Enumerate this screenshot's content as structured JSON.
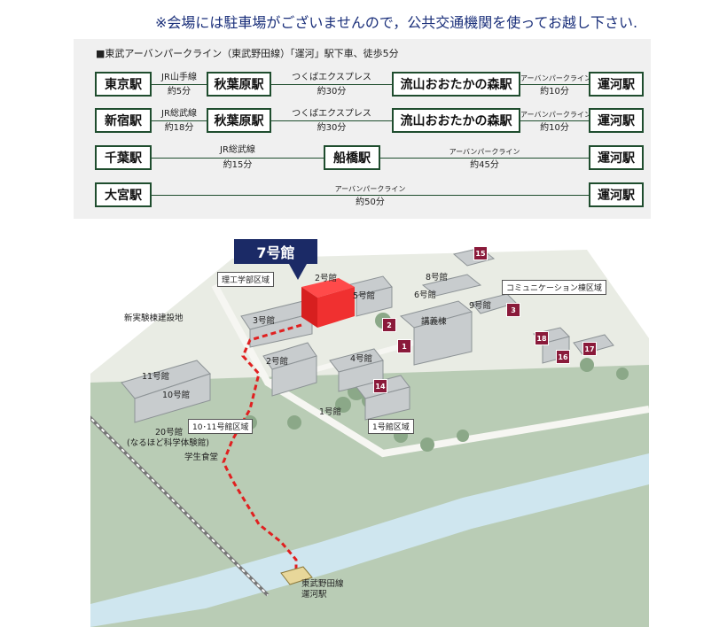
{
  "notice": "※会場には駐車場がございませんので，公共交通機関を使ってお越し下さい.",
  "routes": {
    "header": "■東武アーバンパークライン（東武野田線）「運河」駅下車、徒歩5分",
    "row1": {
      "s1": "東京駅",
      "l1": "JR山手線",
      "t1": "約5分",
      "s2": "秋葉原駅",
      "l2": "つくばエクスプレス",
      "t2": "約30分",
      "s3": "流山おおたかの森駅",
      "l3": "アーバンパークライン",
      "t3": "約10分",
      "s4": "運河駅"
    },
    "row2": {
      "s1": "新宿駅",
      "l1": "JR総武線",
      "t1": "約18分",
      "s2": "秋葉原駅",
      "l2": "つくばエクスプレス",
      "t2": "約30分",
      "s3": "流山おおたかの森駅",
      "l3": "アーバンパークライン",
      "t3": "約10分",
      "s4": "運河駅"
    },
    "row3": {
      "s1": "千葉駅",
      "l1": "JR総武線",
      "t1": "約15分",
      "s2": "船橋駅",
      "l2": "アーバンパークライン",
      "t2": "約45分",
      "s3": "運河駅"
    },
    "row4": {
      "s1": "大宮駅",
      "l1": "アーバンパークライン",
      "t1": "約50分",
      "s2": "運河駅"
    }
  },
  "map": {
    "target_badge": "7号館",
    "labels": {
      "b2": "2号館",
      "b3": "3号館",
      "b4": "4号館",
      "b5": "5号館",
      "b6": "6号館",
      "b8": "8号館",
      "b9": "9号館",
      "b10": "10号館",
      "b11": "11号館",
      "b1": "1号館",
      "b2b": "2号館",
      "lecture": "講義棟",
      "b20a": "20号館",
      "b20b": "(なるほど科学体験館)",
      "cafeteria": "学生食堂",
      "new_lab": "新実験棟建設地",
      "station_a": "東武野田線",
      "station_b": "運河駅"
    },
    "zones": {
      "engineering": "理工学部区域",
      "communication": "コミュニケーション棟区域",
      "zone1011": "10･11号館区域",
      "zone1": "1号館区域"
    },
    "numbers": [
      "15",
      "2",
      "3",
      "1",
      "18",
      "16",
      "17",
      "14"
    ]
  }
}
